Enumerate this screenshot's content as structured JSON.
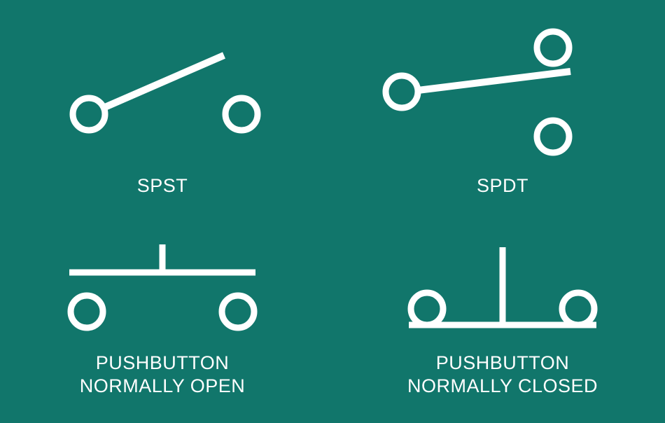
{
  "colors": {
    "background": "#11766b",
    "foreground": "#ffffff"
  },
  "symbols": [
    {
      "id": "spst",
      "label_lines": [
        "SPST"
      ]
    },
    {
      "id": "spdt",
      "label_lines": [
        "SPDT"
      ]
    },
    {
      "id": "pushbutton-no",
      "label_lines": [
        "PUSHBUTTON",
        "NORMALLY OPEN"
      ]
    },
    {
      "id": "pushbutton-nc",
      "label_lines": [
        "PUSHBUTTON",
        "NORMALLY CLOSED"
      ]
    }
  ]
}
